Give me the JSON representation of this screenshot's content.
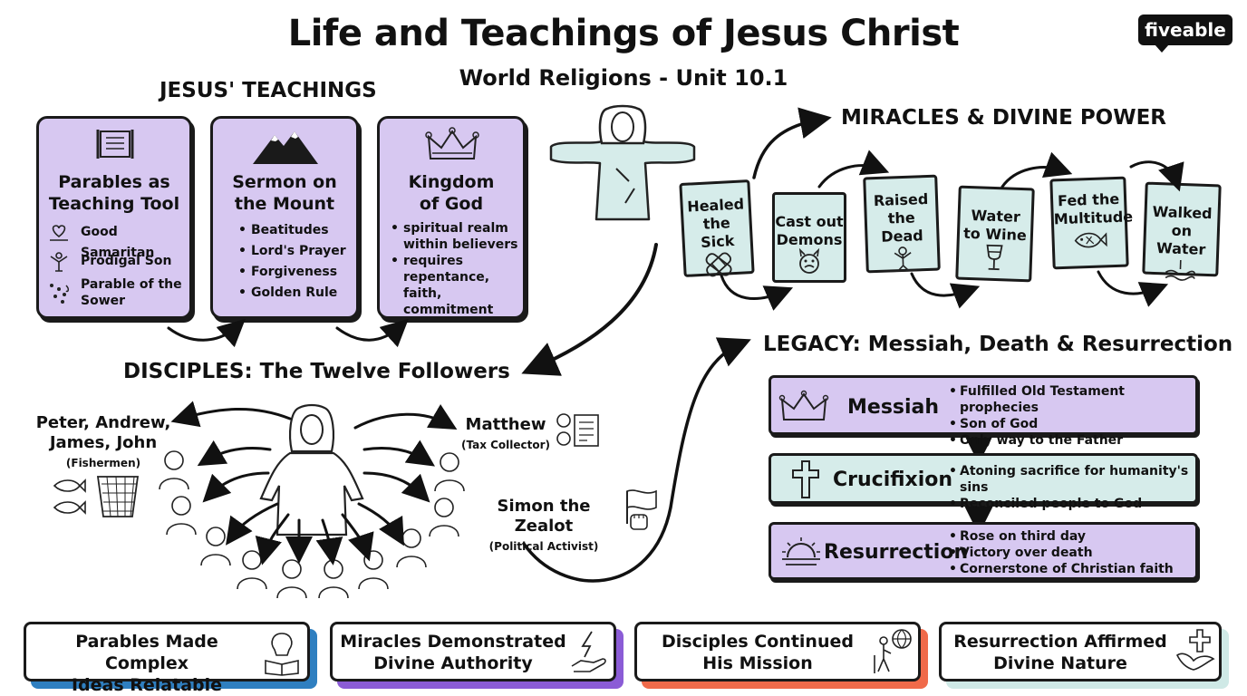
{
  "header": {
    "title": "Life and Teachings of Jesus Christ",
    "subtitle": "World Religions - Unit 10.1",
    "logo": "fiveable"
  },
  "teachings": {
    "heading": "JESUS' TEACHINGS",
    "cards": [
      {
        "icon": "scroll-icon",
        "title_line1": "Parables as",
        "title_line2": "Teaching Tool",
        "items": [
          {
            "icon": "heart-hand-icon",
            "text": "Good Samaritan"
          },
          {
            "icon": "person-arms-icon",
            "text": "Prodigal Son"
          },
          {
            "icon": "seeds-icon",
            "text_line1": "Parable of the",
            "text_line2": "Sower"
          }
        ]
      },
      {
        "icon": "mountain-icon",
        "title_line1": "Sermon on",
        "title_line2": "the Mount",
        "items": [
          "Beatitudes",
          "Lord's Prayer",
          "Forgiveness",
          "Golden Rule"
        ]
      },
      {
        "icon": "crown-icon",
        "title_line1": "Kingdom",
        "title_line2": "of God",
        "items": [
          {
            "line1": "spiritual realm",
            "line2": "within believers"
          },
          {
            "line1": "requires",
            "line2": "repentance,",
            "line3": "faith, commitment"
          }
        ]
      }
    ]
  },
  "miracles": {
    "heading": "MIRACLES & DIVINE POWER",
    "items": [
      {
        "line1": "Healed",
        "line2": "the Sick",
        "icon": "bandage-icon"
      },
      {
        "line1": "Cast out",
        "line2": "Demons",
        "icon": "demon-face-icon"
      },
      {
        "line1": "Raised",
        "line2": "the Dead",
        "icon": "rising-figure-icon"
      },
      {
        "line1": "Water",
        "line2": "to Wine",
        "icon": "wine-glass-icon"
      },
      {
        "line1": "Fed the",
        "line2": "Multitude",
        "icon": "fish-loaves-icon"
      },
      {
        "line1": "Walked",
        "line2": "on Water",
        "icon": "waves-icon"
      }
    ]
  },
  "disciples": {
    "heading": "DISCIPLES: The Twelve Followers",
    "fishermen": {
      "line1": "Peter, Andrew,",
      "line2": "James, John",
      "sub": "(Fishermen)"
    },
    "matthew": {
      "name": "Matthew",
      "sub": "(Tax Collector)"
    },
    "simon": {
      "name": "Simon the Zealot",
      "sub": "(Political Activist)"
    }
  },
  "legacy": {
    "heading": "LEGACY: Messiah, Death & Resurrection",
    "rows": [
      {
        "title": "Messiah",
        "icon": "crown-icon",
        "color": "#d7c8f1",
        "items": [
          "Fulfilled Old Testament prophecies",
          "Son of God",
          "Only way to the Father"
        ]
      },
      {
        "title": "Crucifixion",
        "icon": "cross-icon",
        "color": "#d6ecea",
        "items": [
          "Atoning sacrifice for humanity's sins",
          "Reconciled people to God"
        ]
      },
      {
        "title": "Resurrection",
        "icon": "sunrise-icon",
        "color": "#d7c8f1",
        "items": [
          "Rose on third day",
          "Victory over death",
          "Cornerstone of Christian faith"
        ]
      }
    ]
  },
  "footer": [
    {
      "line1": "Parables Made Complex",
      "line2": "Ideas Relatable",
      "icon": "lightbulb-book-icon",
      "shadow": "#2f7fc0"
    },
    {
      "line1": "Miracles Demonstrated",
      "line2": "Divine Authority",
      "icon": "lightning-hand-icon",
      "shadow": "#8b5cd6"
    },
    {
      "line1": "Disciples Continued",
      "line2": "His Mission",
      "icon": "globe-walker-icon",
      "shadow": "#f06a4a"
    },
    {
      "line1": "Resurrection Affirmed",
      "line2": "Divine Nature",
      "icon": "dove-cross-icon",
      "shadow": "#cfe9e6"
    }
  ],
  "colors": {
    "purple_card": "#d7c8f1",
    "teal_card": "#d6ecea",
    "orange_highlight": "#f47a5c",
    "purple_highlight": "#8b5cd6",
    "blue_highlight": "#2f7fc0"
  }
}
